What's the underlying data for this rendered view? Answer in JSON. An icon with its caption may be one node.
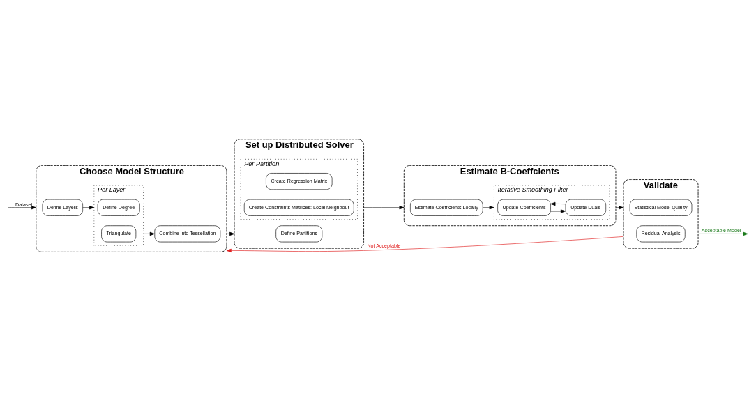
{
  "diagram": {
    "nodes": [
      {
        "text": [
          "Choose Model Structure"
        ]
      },
      {
        "text": [
          "Define Layers"
        ],
        "in": 0
      },
      {
        "text": [
          "Per Layer"
        ],
        "in": 0
      },
      {
        "text": [
          "Define Degree"
        ],
        "in": 2
      },
      {
        "text": [
          "Triangulate"
        ],
        "in": 2
      },
      {
        "text": [
          "Combine into Tessellation"
        ],
        "in": 0
      },
      {
        "text": [
          "Set up Distributed Solver"
        ]
      },
      {
        "text": [
          "Define Partitions"
        ],
        "in": 6
      },
      {
        "text": [
          "Per Partition"
        ],
        "in": 6
      },
      {
        "text": [
          "Create Regression Matrix"
        ],
        "in": 8
      },
      {
        "text": [
          "Create Constraints Matrices: Local Neighbour"
        ],
        "in": 8
      },
      {
        "text": [
          "Estimate B-Coeffcients"
        ]
      },
      {
        "text": [
          "Estimate Coefficients Locally"
        ],
        "in": 11
      },
      {
        "text": [
          "Iterative Smoothing Filter"
        ],
        "in": 11
      },
      {
        "text": [
          "Update Coefficients"
        ],
        "in": 13
      },
      {
        "text": [
          "Update Duals"
        ],
        "in": 13
      },
      {
        "text": [
          "Validate"
        ]
      },
      {
        "text": [
          "Statistical Model Quality"
        ],
        "in": 16
      },
      {
        "text": [
          "Residual Analysis"
        ],
        "in": 16
      }
    ],
    "edges": [
      {
        "from": null,
        "to": 0,
        "arrow": "to",
        "label": "Dataset"
      },
      {
        "from": 1,
        "to": 2,
        "arrow": "to"
      },
      {
        "from": 2,
        "to": 5,
        "arrow": "to"
      },
      {
        "from": 0,
        "to": 6,
        "arrow": "to"
      },
      {
        "from": 6,
        "to": 11,
        "arrow": "to"
      },
      {
        "from": 12,
        "to": 13,
        "arrow": "to"
      },
      {
        "from": 14,
        "to": 15,
        "arrow": "to"
      },
      {
        "from": 15,
        "to": 14,
        "arrow": "to"
      },
      {
        "from": 11,
        "to": 16,
        "arrow": "to"
      },
      {
        "from": 16,
        "to": null,
        "arrow": "to",
        "label": "Acceptable Model",
        "color": "#1a7a1a"
      },
      {
        "from": 16,
        "to": 0,
        "arrow": "to",
        "label": "Not Acceptable",
        "color": "#e02020"
      }
    ]
  }
}
